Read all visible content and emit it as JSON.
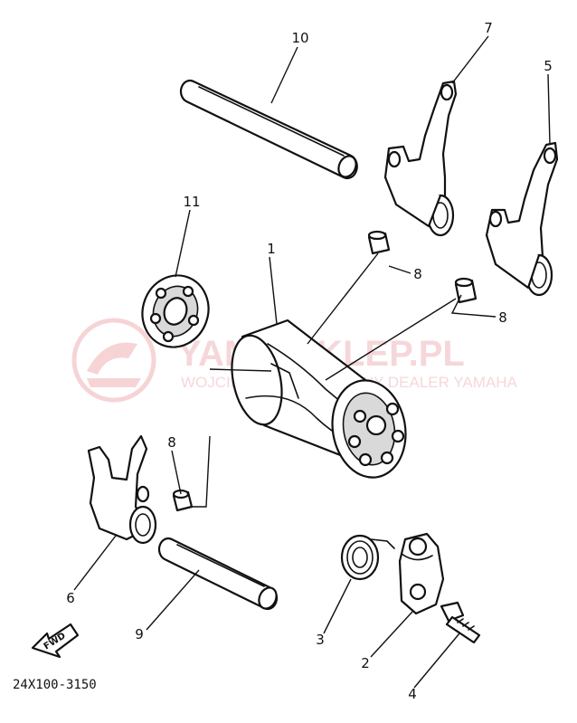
{
  "diagram": {
    "drawing_code": "24X100-3150",
    "fwd_label": "FWD",
    "callouts": {
      "shift_drum": "1",
      "stopper_lever": "2",
      "torsion_spring": "3",
      "bolt": "4",
      "shift_fork_5": "5",
      "shift_fork_6": "6",
      "shift_fork_7": "7",
      "pin_upper_a": "8",
      "pin_upper_b": "8",
      "pin_lower": "8",
      "shaft_lower": "9",
      "shaft_upper": "10",
      "bearing": "11"
    }
  },
  "watermark": {
    "name": "YAMA-SKLEP.PL",
    "subtitle": "WOJCIK - AUTORYZOWANY DEALER YAMAHA"
  }
}
